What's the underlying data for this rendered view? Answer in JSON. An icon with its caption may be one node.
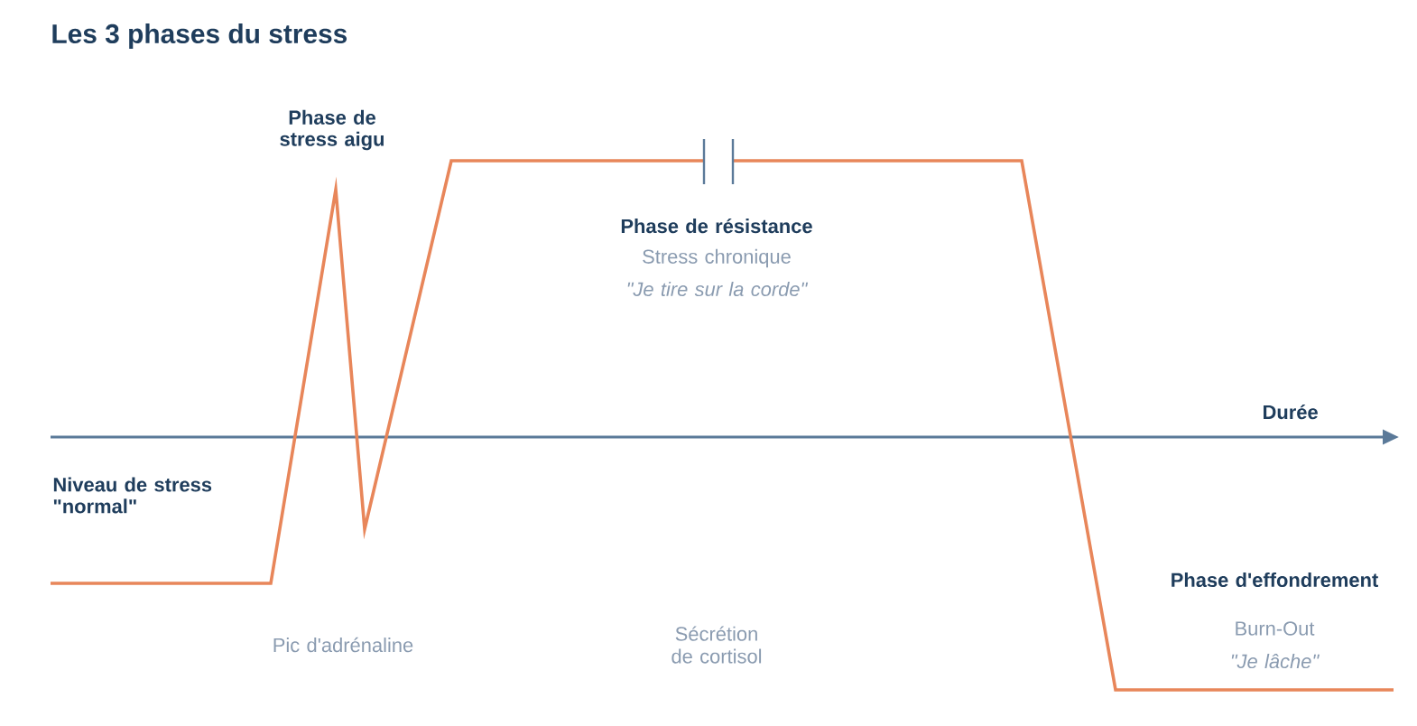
{
  "diagram": {
    "title": "Les 3 phases du stress",
    "labels": [
      "Phase de stress aigu",
      "Phase de résistance",
      "Stress chronique",
      "\"Je tire sur la corde\"",
      "Durée",
      "Niveau de stress \"normal\"",
      "Phase d'effondrement",
      "Burn-Out",
      "\"Je lâche\"",
      "Pic d'adrénaline",
      "Sécrétion de cortisol"
    ]
  }
}
